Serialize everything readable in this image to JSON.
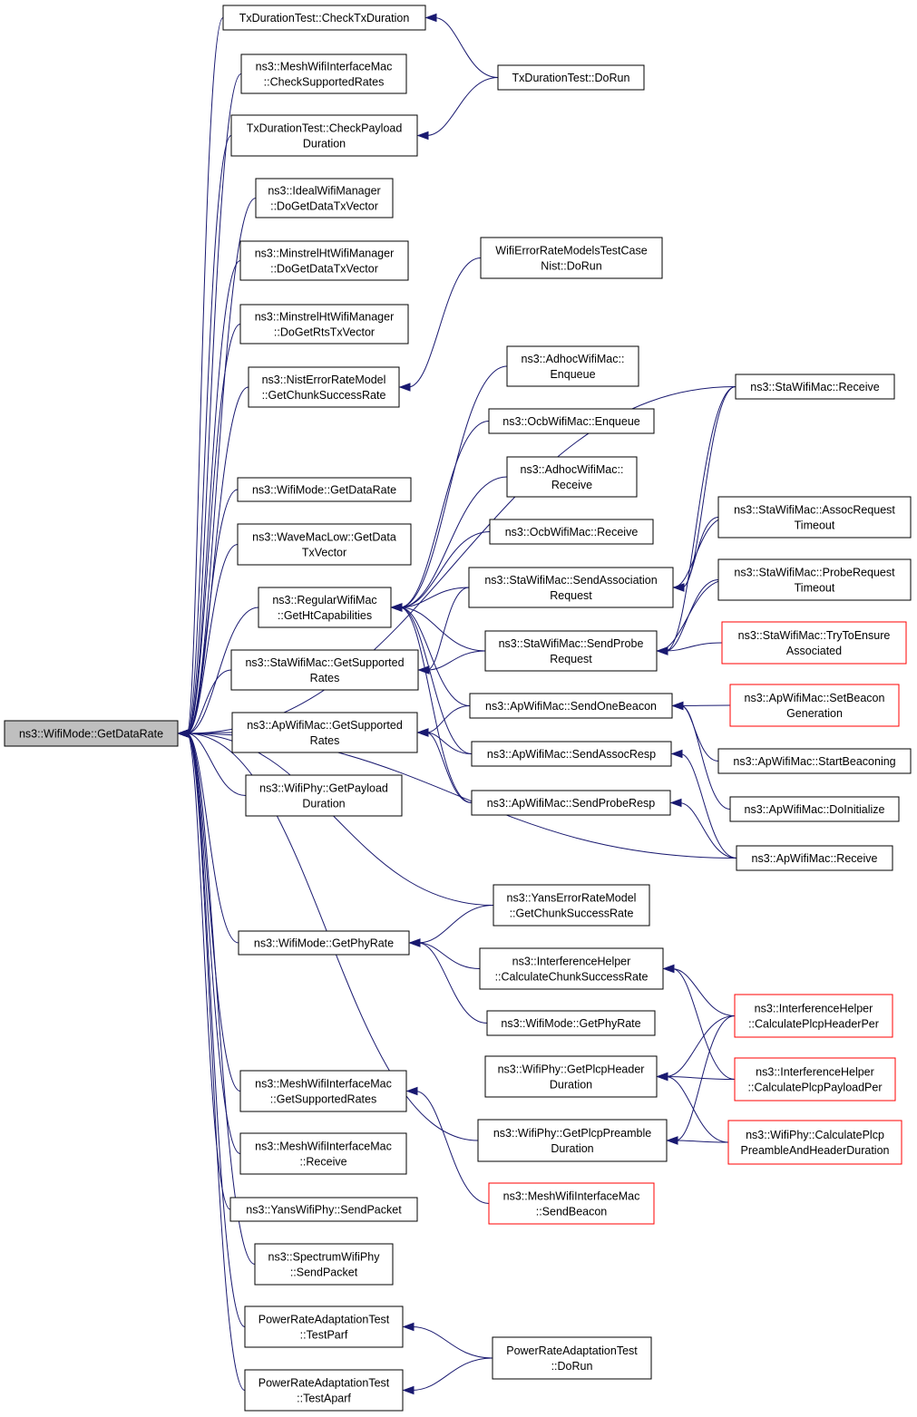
{
  "graph": {
    "nodes": [
      {
        "id": "root",
        "lines": [
          "ns3::WifiMode::GetDataRate"
        ],
        "kind": "root"
      },
      {
        "id": "n1",
        "lines": [
          "TxDurationTest::CheckTxDuration"
        ],
        "kind": "normal"
      },
      {
        "id": "n2",
        "lines": [
          "ns3::MeshWifiInterfaceMac",
          "::CheckSupportedRates"
        ],
        "kind": "normal"
      },
      {
        "id": "n3",
        "lines": [
          "TxDurationTest::CheckPayload",
          "Duration"
        ],
        "kind": "normal"
      },
      {
        "id": "n4",
        "lines": [
          "ns3::IdealWifiManager",
          "::DoGetDataTxVector"
        ],
        "kind": "normal"
      },
      {
        "id": "n5",
        "lines": [
          "ns3::MinstrelHtWifiManager",
          "::DoGetDataTxVector"
        ],
        "kind": "normal"
      },
      {
        "id": "n6",
        "lines": [
          "ns3::MinstrelHtWifiManager",
          "::DoGetRtsTxVector"
        ],
        "kind": "normal"
      },
      {
        "id": "n7",
        "lines": [
          "ns3::NistErrorRateModel",
          "::GetChunkSuccessRate"
        ],
        "kind": "normal"
      },
      {
        "id": "n8",
        "lines": [
          "ns3::WifiMode::GetDataRate"
        ],
        "kind": "normal"
      },
      {
        "id": "n9",
        "lines": [
          "ns3::WaveMacLow::GetData",
          "TxVector"
        ],
        "kind": "normal"
      },
      {
        "id": "n10",
        "lines": [
          "ns3::RegularWifiMac",
          "::GetHtCapabilities"
        ],
        "kind": "normal"
      },
      {
        "id": "n11",
        "lines": [
          "ns3::StaWifiMac::GetSupported",
          "Rates"
        ],
        "kind": "normal"
      },
      {
        "id": "n12",
        "lines": [
          "ns3::ApWifiMac::GetSupported",
          "Rates"
        ],
        "kind": "normal"
      },
      {
        "id": "n13",
        "lines": [
          "ns3::WifiPhy::GetPayload",
          "Duration"
        ],
        "kind": "normal"
      },
      {
        "id": "n14",
        "lines": [
          "ns3::WifiMode::GetPhyRate"
        ],
        "kind": "normal"
      },
      {
        "id": "n15",
        "lines": [
          "ns3::MeshWifiInterfaceMac",
          "::GetSupportedRates"
        ],
        "kind": "normal"
      },
      {
        "id": "n16",
        "lines": [
          "ns3::MeshWifiInterfaceMac",
          "::Receive"
        ],
        "kind": "normal"
      },
      {
        "id": "n17",
        "lines": [
          "ns3::YansWifiPhy::SendPacket"
        ],
        "kind": "normal"
      },
      {
        "id": "n18",
        "lines": [
          "ns3::SpectrumWifiPhy",
          "::SendPacket"
        ],
        "kind": "normal"
      },
      {
        "id": "n19",
        "lines": [
          "PowerRateAdaptationTest",
          "::TestParf"
        ],
        "kind": "normal"
      },
      {
        "id": "n20",
        "lines": [
          "PowerRateAdaptationTest",
          "::TestAparf"
        ],
        "kind": "normal"
      },
      {
        "id": "m1",
        "lines": [
          "TxDurationTest::DoRun"
        ],
        "kind": "normal"
      },
      {
        "id": "m2",
        "lines": [
          "WifiErrorRateModelsTestCase",
          "Nist::DoRun"
        ],
        "kind": "normal"
      },
      {
        "id": "m3",
        "lines": [
          "ns3::AdhocWifiMac::",
          "Enqueue"
        ],
        "kind": "normal"
      },
      {
        "id": "m4",
        "lines": [
          "ns3::OcbWifiMac::Enqueue"
        ],
        "kind": "normal"
      },
      {
        "id": "m5",
        "lines": [
          "ns3::AdhocWifiMac::",
          "Receive"
        ],
        "kind": "normal"
      },
      {
        "id": "m6",
        "lines": [
          "ns3::OcbWifiMac::Receive"
        ],
        "kind": "normal"
      },
      {
        "id": "m7",
        "lines": [
          "ns3::StaWifiMac::SendAssociation",
          "Request"
        ],
        "kind": "normal"
      },
      {
        "id": "m8",
        "lines": [
          "ns3::StaWifiMac::SendProbe",
          "Request"
        ],
        "kind": "normal"
      },
      {
        "id": "m9",
        "lines": [
          "ns3::ApWifiMac::SendOneBeacon"
        ],
        "kind": "normal"
      },
      {
        "id": "m10",
        "lines": [
          "ns3::ApWifiMac::SendAssocResp"
        ],
        "kind": "normal"
      },
      {
        "id": "m11",
        "lines": [
          "ns3::ApWifiMac::SendProbeResp"
        ],
        "kind": "normal"
      },
      {
        "id": "m12",
        "lines": [
          "ns3::YansErrorRateModel",
          "::GetChunkSuccessRate"
        ],
        "kind": "normal"
      },
      {
        "id": "m13",
        "lines": [
          "ns3::InterferenceHelper",
          "::CalculateChunkSuccessRate"
        ],
        "kind": "normal"
      },
      {
        "id": "m14",
        "lines": [
          "ns3::WifiMode::GetPhyRate"
        ],
        "kind": "normal"
      },
      {
        "id": "m15",
        "lines": [
          "ns3::WifiPhy::GetPlcpHeader",
          "Duration"
        ],
        "kind": "normal"
      },
      {
        "id": "m16",
        "lines": [
          "ns3::WifiPhy::GetPlcpPreamble",
          "Duration"
        ],
        "kind": "normal"
      },
      {
        "id": "m17",
        "lines": [
          "ns3::MeshWifiInterfaceMac",
          "::SendBeacon"
        ],
        "kind": "red"
      },
      {
        "id": "m18",
        "lines": [
          "PowerRateAdaptationTest",
          "::DoRun"
        ],
        "kind": "normal"
      },
      {
        "id": "r1",
        "lines": [
          "ns3::StaWifiMac::Receive"
        ],
        "kind": "normal"
      },
      {
        "id": "r2",
        "lines": [
          "ns3::StaWifiMac::AssocRequest",
          "Timeout"
        ],
        "kind": "normal"
      },
      {
        "id": "r3",
        "lines": [
          "ns3::StaWifiMac::ProbeRequest",
          "Timeout"
        ],
        "kind": "normal"
      },
      {
        "id": "r4",
        "lines": [
          "ns3::StaWifiMac::TryToEnsure",
          "Associated"
        ],
        "kind": "red"
      },
      {
        "id": "r5",
        "lines": [
          "ns3::ApWifiMac::SetBeacon",
          "Generation"
        ],
        "kind": "red"
      },
      {
        "id": "r6",
        "lines": [
          "ns3::ApWifiMac::StartBeaconing"
        ],
        "kind": "normal"
      },
      {
        "id": "r7",
        "lines": [
          "ns3::ApWifiMac::DoInitialize"
        ],
        "kind": "normal"
      },
      {
        "id": "r8",
        "lines": [
          "ns3::ApWifiMac::Receive"
        ],
        "kind": "normal"
      },
      {
        "id": "r9",
        "lines": [
          "ns3::InterferenceHelper",
          "::CalculatePlcpHeaderPer"
        ],
        "kind": "red"
      },
      {
        "id": "r10",
        "lines": [
          "ns3::InterferenceHelper",
          "::CalculatePlcpPayloadPer"
        ],
        "kind": "red"
      },
      {
        "id": "r11",
        "lines": [
          "ns3::WifiPhy::CalculatePlcp",
          "PreambleAndHeaderDuration"
        ],
        "kind": "red"
      }
    ],
    "edges": [
      [
        "root",
        "n1"
      ],
      [
        "root",
        "n2"
      ],
      [
        "root",
        "n3"
      ],
      [
        "root",
        "n4"
      ],
      [
        "root",
        "n5"
      ],
      [
        "root",
        "n6"
      ],
      [
        "root",
        "n7"
      ],
      [
        "root",
        "n8"
      ],
      [
        "root",
        "n9"
      ],
      [
        "root",
        "n10"
      ],
      [
        "root",
        "n11"
      ],
      [
        "root",
        "n12"
      ],
      [
        "root",
        "n13"
      ],
      [
        "root",
        "n14"
      ],
      [
        "root",
        "n15"
      ],
      [
        "root",
        "n16"
      ],
      [
        "root",
        "n17"
      ],
      [
        "root",
        "n18"
      ],
      [
        "root",
        "n19"
      ],
      [
        "root",
        "n20"
      ],
      [
        "root",
        "r1"
      ],
      [
        "root",
        "r8"
      ],
      [
        "root",
        "m12"
      ],
      [
        "root",
        "m16"
      ],
      [
        "n1",
        "m1"
      ],
      [
        "n3",
        "m1"
      ],
      [
        "n7",
        "m2"
      ],
      [
        "n10",
        "m3"
      ],
      [
        "n10",
        "m4"
      ],
      [
        "n10",
        "m5"
      ],
      [
        "n10",
        "m6"
      ],
      [
        "n10",
        "m7"
      ],
      [
        "n10",
        "m8"
      ],
      [
        "n10",
        "m9"
      ],
      [
        "n10",
        "m10"
      ],
      [
        "n10",
        "m11"
      ],
      [
        "n11",
        "m7"
      ],
      [
        "n11",
        "m8"
      ],
      [
        "n12",
        "m9"
      ],
      [
        "n12",
        "m10"
      ],
      [
        "n12",
        "m11"
      ],
      [
        "n14",
        "m12"
      ],
      [
        "n14",
        "m13"
      ],
      [
        "n14",
        "m14"
      ],
      [
        "n15",
        "m17"
      ],
      [
        "n19",
        "m18"
      ],
      [
        "n20",
        "m18"
      ],
      [
        "m7",
        "r2"
      ],
      [
        "m8",
        "r3"
      ],
      [
        "m8",
        "r4"
      ],
      [
        "m7",
        "r1"
      ],
      [
        "m8",
        "r1"
      ],
      [
        "r2",
        "m7"
      ],
      [
        "r3",
        "m8"
      ],
      [
        "m9",
        "r5"
      ],
      [
        "m9",
        "r6"
      ],
      [
        "m9",
        "r7"
      ],
      [
        "m10",
        "r8"
      ],
      [
        "m11",
        "r8"
      ],
      [
        "m13",
        "r9"
      ],
      [
        "m13",
        "r10"
      ],
      [
        "m15",
        "r9"
      ],
      [
        "m15",
        "r10"
      ],
      [
        "m15",
        "r11"
      ],
      [
        "m16",
        "r9"
      ],
      [
        "m16",
        "r11"
      ]
    ]
  }
}
